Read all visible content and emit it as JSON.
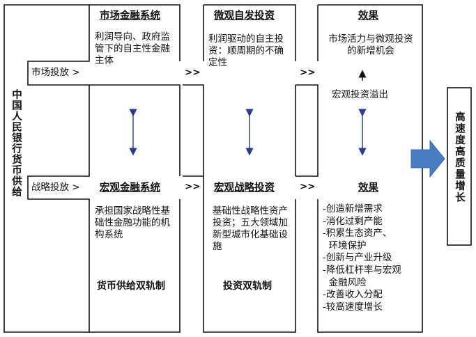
{
  "left": {
    "title": "中国人民银行货币供给",
    "market_label": "市场投放 >",
    "strategic_label": "战略投放 >"
  },
  "market_finance": {
    "title": "市场金融系统",
    "desc": "利润导向、政府监管下的自主性金融主体"
  },
  "macro_finance": {
    "title": "宏观金融系统",
    "desc": "承担国家战略性基础性金融功能的机构系统",
    "footer": "货币供给双轨制"
  },
  "micro_invest": {
    "title": "微观自发投资",
    "desc": "利润驱动的自主投资：顺周期的不确定性"
  },
  "macro_invest": {
    "title": "宏观战略投资",
    "desc": "基础性战略性资产投资；五大领域加新型城市化基础设施",
    "footer": "投资双轨制"
  },
  "effect_top": {
    "title": "效果",
    "desc": "市场活力与微观投资的新增机会",
    "spillover": "宏观投资溢出"
  },
  "effect_bottom": {
    "title": "效果",
    "items": [
      "-创造新增需求",
      "-消化过剩产能",
      "-积累生态资产、",
      "  环境保护",
      "-创新与产业升级",
      "-降低杠杆率与宏观",
      "  金融风险",
      "-改善收入分配",
      "-较高速度增长"
    ]
  },
  "arrows": {
    "flow": ">>"
  },
  "result": {
    "text": "高速度高质量增长"
  },
  "colors": {
    "accent": "#4a7cc4",
    "arrow_blue": "#2b3a8c",
    "line": "#111111"
  }
}
